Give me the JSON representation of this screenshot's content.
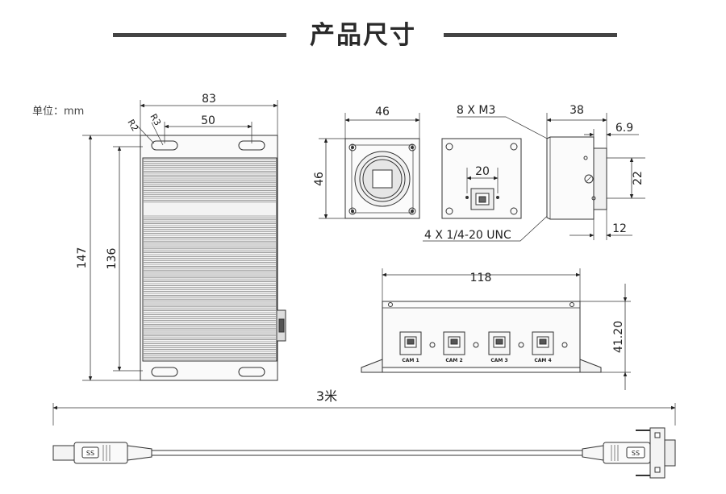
{
  "title": "产品尺寸",
  "unit_label": "单位：mm",
  "dimensions": {
    "top_view_width": "83",
    "hole_spacing": "50",
    "radius_small": "R2",
    "radius_large": "R3",
    "overall_height": "147",
    "body_height": "136",
    "front_width": "46",
    "front_height": "46",
    "back_screw": "8 X M3",
    "back_spacing": "20",
    "tripod_thread": "4 X 1/4-20 UNC",
    "side_depth": "38",
    "side_offset": "6.9",
    "side_spacing": "22",
    "side_bottom": "12",
    "hub_width": "118",
    "hub_height": "41.20",
    "cable_length": "3米"
  },
  "ports": [
    "CAM 1",
    "CAM 2",
    "CAM 3",
    "CAM 4"
  ]
}
